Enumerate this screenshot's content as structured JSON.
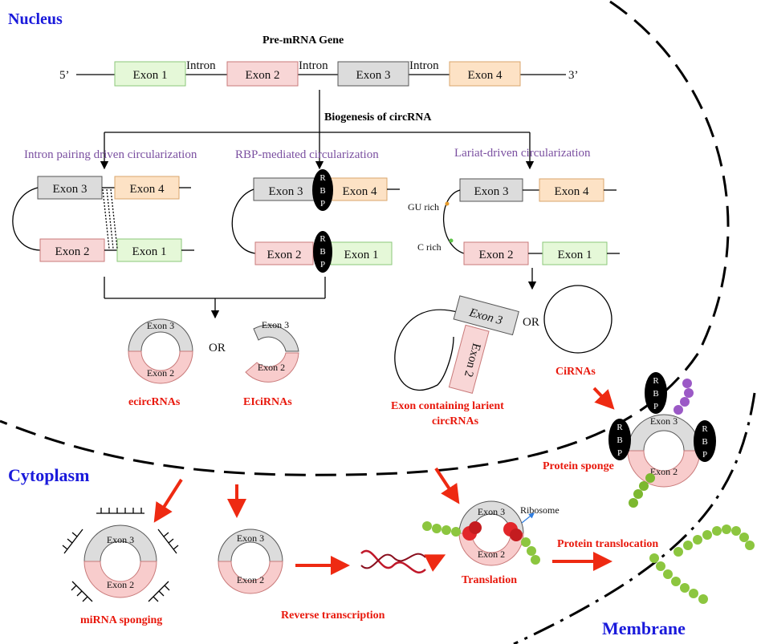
{
  "regions": {
    "nucleus": "Nucleus",
    "cytoplasm": "Cytoplasm",
    "membrane": "Membrane"
  },
  "gene": {
    "title": "Pre-mRNA Gene",
    "five_prime": "5’",
    "three_prime": "3’",
    "exon1": "Exon 1",
    "exon2": "Exon 2",
    "exon3": "Exon 3",
    "exon4": "Exon 4",
    "intron": "Intron"
  },
  "biogenesis": "Biogenesis of circRNA",
  "mechanisms": {
    "intron_pairing": "Intron pairing  driven circularization",
    "rbp": "RBP-mediated  circularization",
    "lariat": "Lariat-driven  circularization"
  },
  "rbp_letters": [
    "R",
    "B",
    "P"
  ],
  "gu_rich": "GU rich",
  "c_rich": "C rich",
  "or": "OR",
  "products": {
    "ecircrnas": "ecircRNAs",
    "elcirnas": "EIciRNAs",
    "exon_lariat_1": "Exon containing larient",
    "exon_lariat_2": "circRNAs",
    "cirnas": "CiRNAs"
  },
  "functions": {
    "protein_sponge": "Protein sponge",
    "mirna_sponging": "miRNA sponging",
    "reverse_transcription": "Reverse transcription",
    "translation": "Translation",
    "protein_translocation": "Protein translocation",
    "ribosome": "Ribosome"
  },
  "colors": {
    "region_blue": "#1a1adb",
    "function_red": "#e8180c",
    "mechanism_purple": "#7a4fa0",
    "arrow_red": "#ee2a12"
  }
}
